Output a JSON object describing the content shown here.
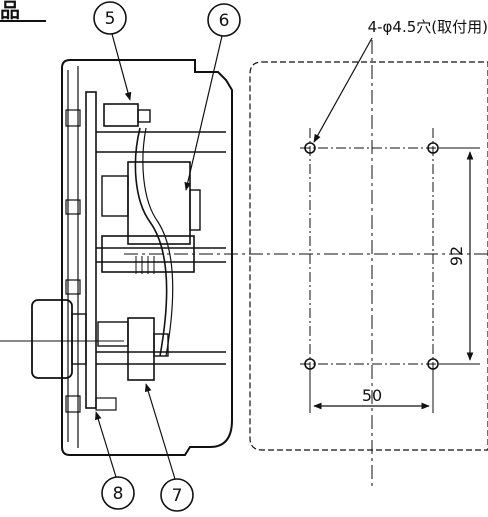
{
  "heading_fragment": "品",
  "mount_note": "4-φ4.5穴(取付用)",
  "callouts": [
    "5",
    "6",
    "7",
    "8"
  ],
  "dimensions": {
    "height": "92",
    "width": "50"
  }
}
